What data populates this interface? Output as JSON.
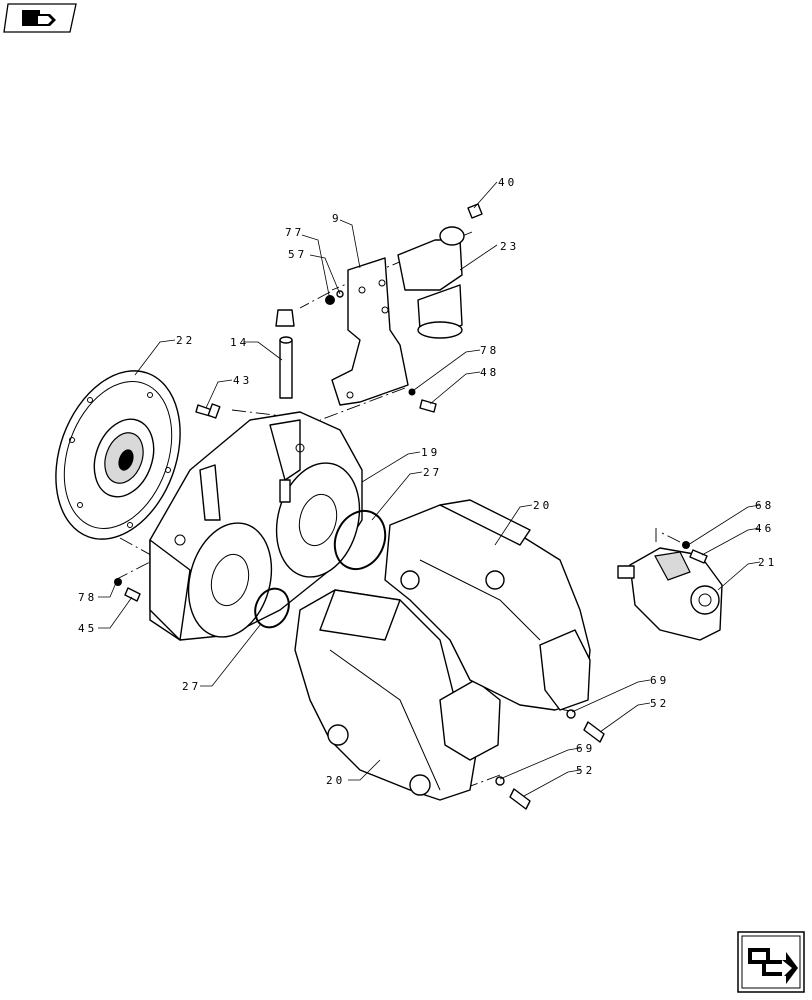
{
  "callouts": {
    "c40": "40",
    "c23": "23",
    "c77": "77",
    "c9": "9",
    "c57": "57",
    "c14": "14",
    "c22": "22",
    "c43": "43",
    "c78a": "78",
    "c48": "48",
    "c19": "19",
    "c27a": "27",
    "c20a": "20",
    "c68": "68",
    "c46": "46",
    "c21": "21",
    "c78b": "78",
    "c45": "45",
    "c27b": "27",
    "c69a": "69",
    "c52a": "52",
    "c69b": "69",
    "c52b": "52",
    "c20b": "20"
  },
  "icons": {
    "top_left": "page-icon",
    "bottom_right": "next-page-arrow-icon"
  }
}
